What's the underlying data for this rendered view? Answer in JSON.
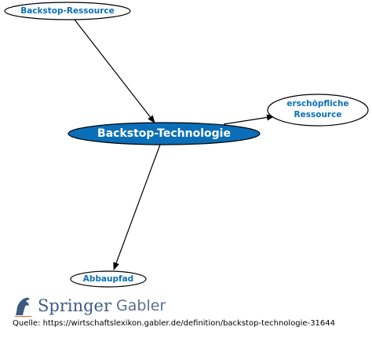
{
  "nodes": {
    "backstop_ressource": {
      "label": "Backstop-Ressource"
    },
    "backstop_technologie": {
      "label": "Backstop-Technologie"
    },
    "erschoepfliche_ressource": {
      "line1": "erschöpfliche",
      "line2": "Ressource"
    },
    "abbaupfad": {
      "label": "Abbaupfad"
    }
  },
  "edges": [
    {
      "from": "Backstop-Ressource",
      "to": "Backstop-Technologie"
    },
    {
      "from": "Backstop-Technologie",
      "to": "erschöpfliche Ressource"
    },
    {
      "from": "Backstop-Technologie",
      "to": "Abbaupfad"
    }
  ],
  "colors": {
    "primary_blue": "#0a6fb8",
    "node_border": "#000000",
    "center_text": "#ffffff",
    "logo_blue": "#3d5a80"
  },
  "footer": {
    "brand_springer": "Springer",
    "brand_gabler": "Gabler",
    "source_label": "Quelle:",
    "source_url": "https://wirtschaftslexikon.gabler.de/definition/backstop-technologie-31644"
  },
  "icons": {
    "logo": "springer-horse-icon"
  }
}
